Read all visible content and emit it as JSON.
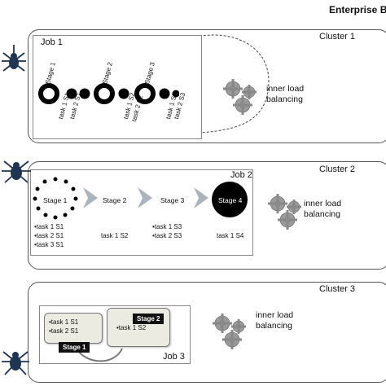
{
  "header": {
    "title": "Enterprise Bi"
  },
  "clusters": [
    {
      "label": "Cluster 1",
      "job_label": "Job 1",
      "stages": [
        "Stage 1",
        "Stage 2",
        "Stage 3"
      ],
      "tasks": [
        "task 1 S1",
        "task 2 S1",
        "task 1 S2",
        "task 2 S2",
        "task 1 S3",
        "task 2 S3"
      ],
      "load_balancing": [
        "inner load",
        "balancing"
      ]
    },
    {
      "label": "Cluster 2",
      "job_label": "Job 2",
      "stages": [
        "Stage 1",
        "Stage 2",
        "Stage 3",
        "Stage 4"
      ],
      "tasks_s1": [
        "•task 1 S1",
        "•task 2 S1",
        "•task 3 S1"
      ],
      "tasks_s2": [
        "task 1 S2"
      ],
      "tasks_s3": [
        "•task 1 S3",
        "•task 2 S3"
      ],
      "tasks_s4": [
        "task 1 S4"
      ],
      "load_balancing": [
        "inner load",
        "balancing"
      ]
    },
    {
      "label": "Cluster 3",
      "job_label": "Job 3",
      "card1_tasks": [
        "•task 1 S1",
        "•task 2 S1"
      ],
      "card2_tasks": [
        "•task 1 S2"
      ],
      "stage_tags": [
        "Stage 1",
        "Stage 2"
      ],
      "load_balancing": [
        "inner load",
        "balancing"
      ]
    }
  ],
  "colors": {
    "border": "#555555",
    "card": "#ecebe2",
    "gear": "#9a9a9a",
    "chevron": "#aab4bd",
    "spider": "#1e3553"
  },
  "icons": [
    "spider-icon",
    "gear-cluster-icon",
    "chevron-icon"
  ]
}
